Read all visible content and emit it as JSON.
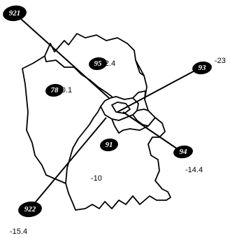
{
  "map": {
    "regions": [
      {
        "code": "95",
        "value": "-12.4"
      },
      {
        "code": "78",
        "value": "-10.1"
      },
      {
        "code": "91",
        "value": "-10"
      },
      {
        "code": "93",
        "value": "-23"
      },
      {
        "code": "94",
        "value": "-14.4"
      },
      {
        "code": "921",
        "value": ""
      },
      {
        "code": "922",
        "value": "-15.4"
      }
    ]
  }
}
